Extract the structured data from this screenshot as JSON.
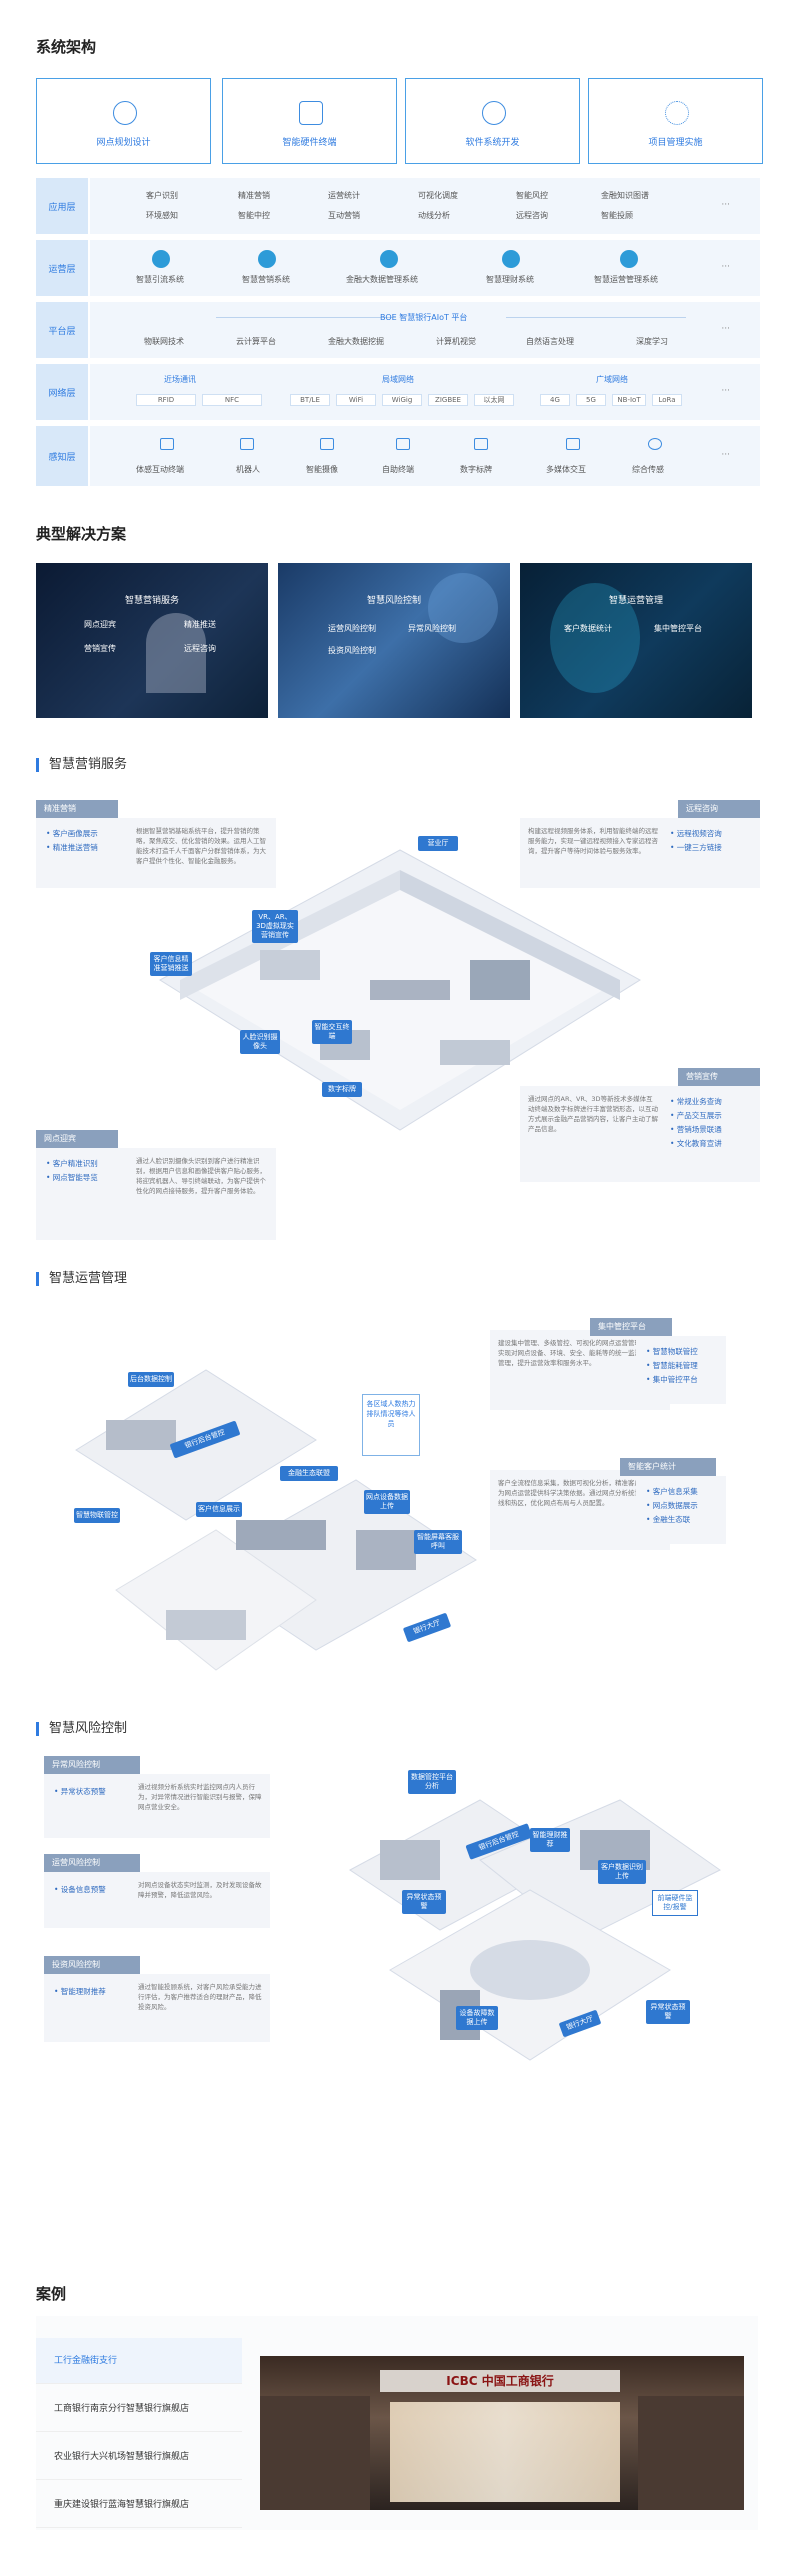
{
  "arch": {
    "title": "系统架构",
    "top_boxes": [
      {
        "label": "网点规划设计",
        "icon": "planning-icon"
      },
      {
        "label": "智能硬件终端",
        "icon": "camera-icon"
      },
      {
        "label": "软件系统开发",
        "icon": "brain-icon"
      },
      {
        "label": "项目管理实施",
        "icon": "network-icon"
      }
    ],
    "layers": {
      "app": {
        "tag": "应用层",
        "row1": [
          "客户识别",
          "精准营销",
          "运营统计",
          "可视化调度",
          "智能风控",
          "金融知识图谱"
        ],
        "row2": [
          "环境感知",
          "智能中控",
          "互动营销",
          "动线分析",
          "远程咨询",
          "智能投顾"
        ],
        "more": "···"
      },
      "ops": {
        "tag": "运营层",
        "items": [
          "智慧引流系统",
          "智慧营销系统",
          "金融大数据管理系统",
          "智慧理财系统",
          "智慧运营管理系统"
        ],
        "more": "···"
      },
      "platform": {
        "tag": "平台层",
        "header": "BOE 智慧银行AIoT 平台",
        "items": [
          "物联网技术",
          "云计算平台",
          "金融大数据挖掘",
          "计算机视觉",
          "自然语言处理",
          "深度学习"
        ],
        "more": "···"
      },
      "network": {
        "tag": "网络层",
        "groups": [
          {
            "name": "近场通讯",
            "chips": [
              "RFID",
              "NFC"
            ]
          },
          {
            "name": "局域网络",
            "chips": [
              "BT/LE",
              "WiFi",
              "WiGig",
              "ZIGBEE",
              "以太网"
            ]
          },
          {
            "name": "广域网络",
            "chips": [
              "4G",
              "5G",
              "NB-IoT",
              "LoRa"
            ]
          }
        ],
        "more": "···"
      },
      "sense": {
        "tag": "感知层",
        "items": [
          "体感互动终端",
          "机器人",
          "智能摄像",
          "自助终端",
          "数字标牌",
          "多媒体交互",
          "综合传感"
        ],
        "more": "···"
      }
    }
  },
  "solutions": {
    "title": "典型解决方案",
    "cards": [
      {
        "title": "智慧营销服务",
        "items": [
          "网点迎宾",
          "精准推送",
          "营销宣传",
          "远程咨询"
        ]
      },
      {
        "title": "智慧风险控制",
        "items": [
          "运营风险控制",
          "异常风险控制",
          "投资风险控制"
        ]
      },
      {
        "title": "智慧运营管理",
        "items": [
          "客户数据统计",
          "集中管控平台"
        ]
      }
    ]
  },
  "marketing": {
    "title": "智慧营销服务",
    "tag1": "精准营销",
    "text1": "根据智慧营销基础系统平台，提升营销的策略，聚焦成交、优化营销的效果。运用人工智能技术打造千人千面客户分群营销体系，为大客户提供个性化、智能化金融服务。",
    "bullets1": [
      "客户画像展示",
      "精准推送营销"
    ],
    "tag2": "远程咨询",
    "text2": "构建远程视频服务体系，利用智能终端的远程服务能力，实现一键远程视频接入专家远程咨询，提升客户等待时间体验与服务效率。",
    "bullets2": [
      "远程视频咨询",
      "一键三方链接"
    ],
    "tag3": "网点迎宾",
    "text3": "通过人脸识别摄像头识别到客户进行精准识别，根据用户信息和画像提供客户贴心服务，将迎宾机器人、导引终端联动，为客户提供个性化的网点接待服务，提升客户服务体验。",
    "bullets3": [
      "客户精准识别",
      "网点智能导览"
    ],
    "tag4": "营销宣传",
    "text4": "通过网点的AR、VR、3D等新技术多媒体互动终端及数字标牌进行丰富营销形态，以互动方式展示金融产品营销内容，让客户主动了解产品信息。",
    "bullets4": [
      "常规业务查询",
      "产品交互展示",
      "营销场景联通",
      "文化教育宣讲"
    ],
    "scene_labels": [
      "VR、AR、3D虚拟现实营销宣传",
      "营业厅",
      "客户信息精准营销推送",
      "人脸识别摄像头",
      "智能交互终端",
      "数字标牌"
    ]
  },
  "operations": {
    "title": "智慧运营管理",
    "tag1": "集中管控平台",
    "text1": "建设集中管理、多级管控、可视化的网点运营管理平台，实现对网点设备、环境、安全、能耗等的统一监测与控制管理，提升运营效率和服务水平。",
    "bullets1": [
      "智慧物联管控",
      "智慧能耗管理",
      "集中管控平台"
    ],
    "tag2": "智能客户统计",
    "text2": "客户全流程信息采集，数据可视化分析，精准客户画像，为网点运营提供科学决策依据。通过网点分析统计客户动线和热区，优化网点布局与人员配置。",
    "bullets2": [
      "客户信息采集",
      "网点数据展示",
      "金融生态联"
    ],
    "scene_labels": [
      "后台数据控制",
      "银行后台管控",
      "客户信息展示",
      "金融生态联盟",
      "网点设备数据上传",
      "智能屏幕客服呼叫",
      "银行大厅",
      "智慧物联管控",
      "各区域人数热力排队情况等待人员"
    ]
  },
  "risk": {
    "title": "智慧风险控制",
    "tag1": "异常风险控制",
    "text1": "通过视频分析系统实时监控网点内人员行为，对异常情况进行智能识别与报警，保障网点营业安全。",
    "bullets1": [
      "异常状态预警"
    ],
    "tag2": "运营风险控制",
    "text2": "对网点设备状态实时监测，及时发现设备故障并预警，降低运营风险。",
    "bullets2": [
      "设备信息预警"
    ],
    "tag3": "投资风险控制",
    "text3": "通过智能投顾系统，对客户风险承受能力进行评估，为客户推荐适合的理财产品，降低投资风险。",
    "bullets3": [
      "智能理财推荐"
    ],
    "scene_labels": [
      "数据管控平台分析",
      "银行后台管控",
      "智能理财推荐",
      "客户数据识别上传",
      "异常状态预警",
      "前端硬件监控/报警",
      "设备故障数据上传",
      "银行大厅",
      "异常状态预警"
    ]
  },
  "cases": {
    "title": "案例",
    "items": [
      "工行金融街支行",
      "工商银行南京分行智慧银行旗舰店",
      "农业银行大兴机场智慧银行旗舰店",
      "重庆建设银行蓝海智慧银行旗舰店"
    ],
    "photo_sign": "ICBC 中国工商银行"
  },
  "colors": {
    "accent": "#2f7be0",
    "tag_gray": "#8aa0bd",
    "dark_card": "#0e2440"
  }
}
